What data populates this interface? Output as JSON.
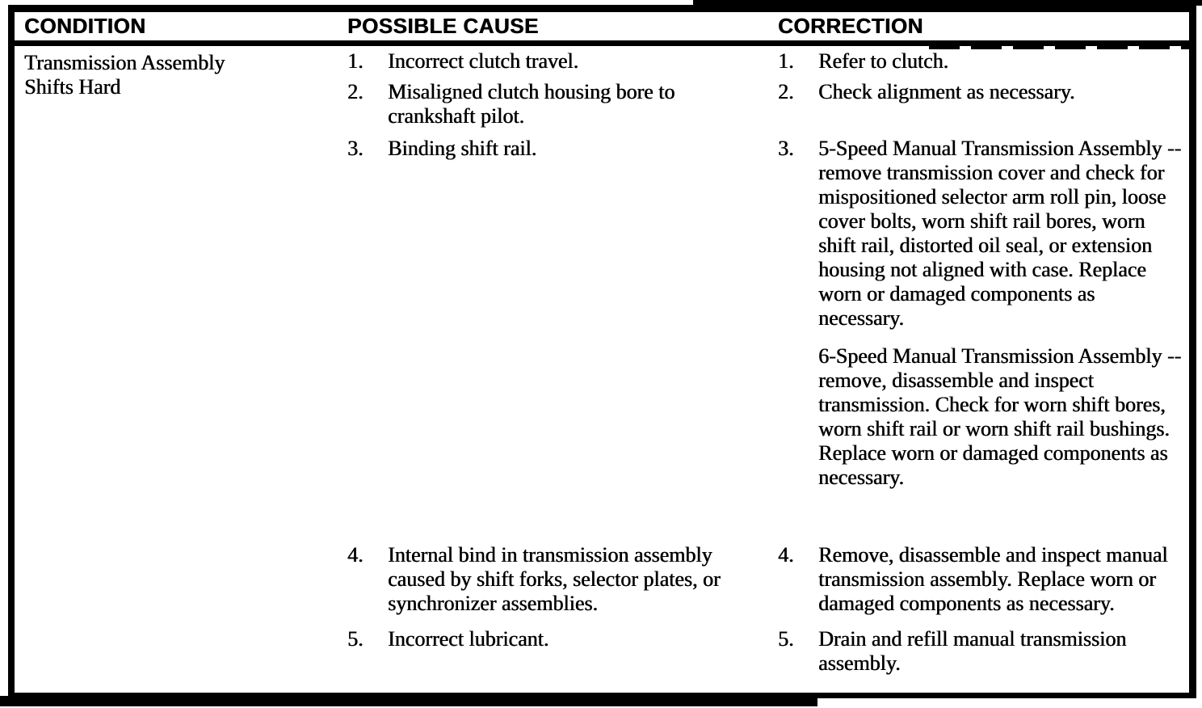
{
  "colors": {
    "ink": "#000000",
    "paper": "#ffffff"
  },
  "headers": [
    "CONDITION",
    "POSSIBLE CAUSE",
    "CORRECTION"
  ],
  "condition": {
    "lines": [
      "Transmission Assembly",
      "Shifts Hard"
    ]
  },
  "rows": [
    {
      "num": "1.",
      "cause": "Incorrect clutch travel.",
      "correction": [
        "Refer to clutch."
      ]
    },
    {
      "num": "2.",
      "cause": "Misaligned clutch housing bore to crankshaft pilot.",
      "correction": [
        "Check alignment as necessary."
      ]
    },
    {
      "num": "3.",
      "cause": "Binding shift rail.",
      "correction": [
        "5-Speed Manual Transmission Assembly -- remove transmission cover and check for mispositioned selector arm roll pin, loose cover bolts, worn shift rail bores, worn shift rail, distorted oil seal, or extension housing not aligned with case. Replace worn or damaged components as necessary.",
        "6-Speed Manual Transmission Assembly -- remove, disassemble and inspect transmission. Check for worn shift bores, worn shift rail or worn shift rail bushings. Replace worn or damaged components as necessary."
      ]
    },
    {
      "num": "4.",
      "cause": "Internal bind in transmission assembly caused by shift forks, selector plates, or synchronizer assemblies.",
      "correction": [
        "Remove, disassemble and inspect manual transmission assembly. Replace worn or damaged components as necessary."
      ]
    },
    {
      "num": "5.",
      "cause": "Incorrect lubricant.",
      "correction": [
        "Drain and refill manual transmission assembly."
      ]
    }
  ]
}
